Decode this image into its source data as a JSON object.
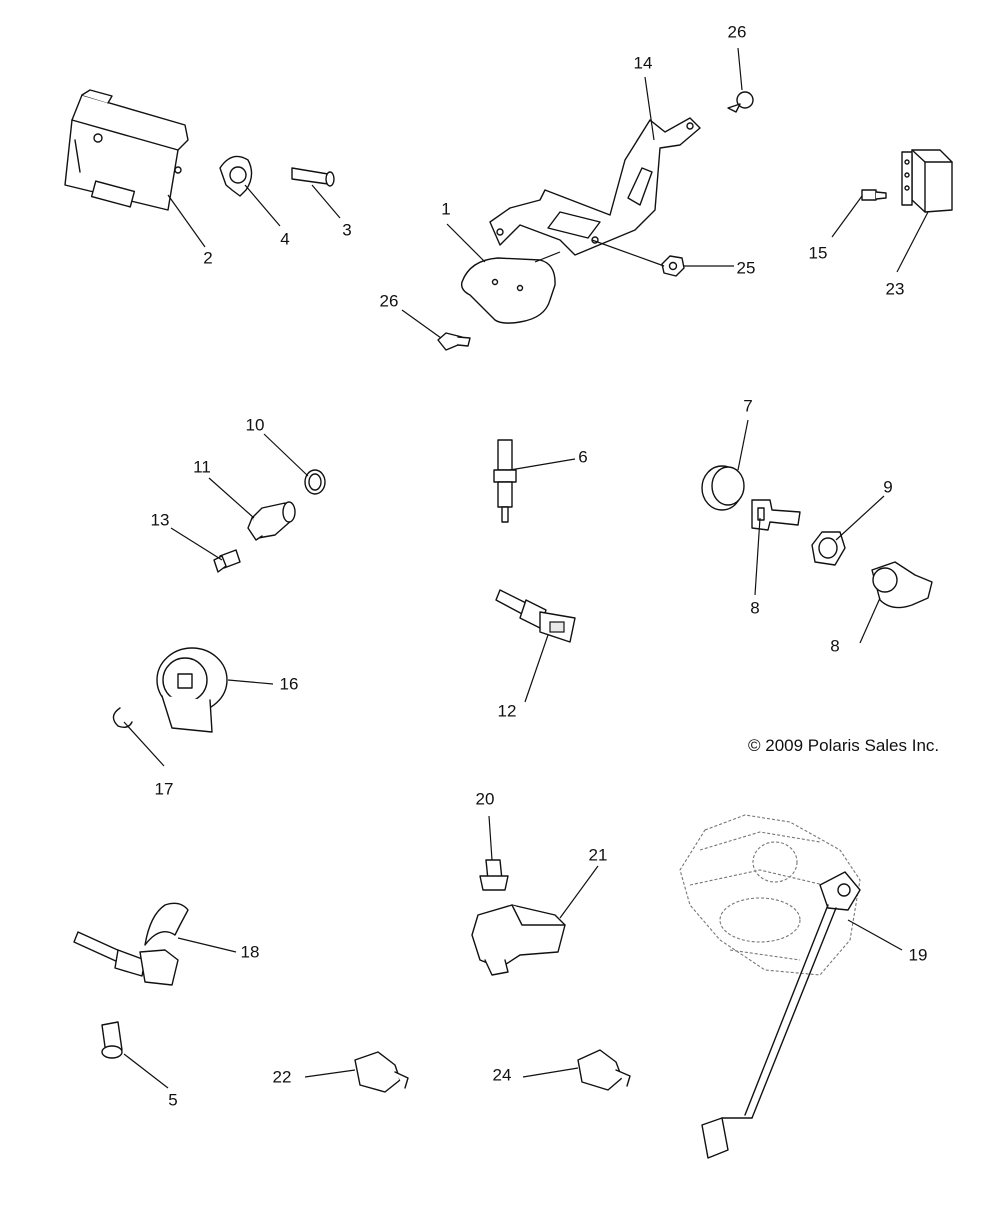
{
  "callouts": [
    "1",
    "2",
    "3",
    "4",
    "5",
    "6",
    "7",
    "8",
    "8",
    "9",
    "10",
    "11",
    "12",
    "13",
    "14",
    "15",
    "16",
    "17",
    "18",
    "19",
    "20",
    "21",
    "22",
    "23",
    "24",
    "25",
    "26",
    "26"
  ],
  "copyright": "© 2009 Polaris Sales Inc."
}
